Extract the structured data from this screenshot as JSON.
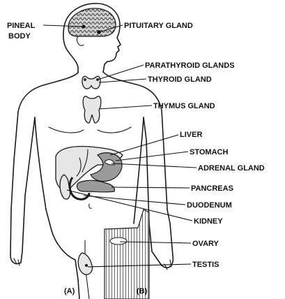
{
  "labels": {
    "pineal_line1": "PINEAL",
    "pineal_line2": "BODY",
    "pituitary": "PITUITARY GLAND",
    "parathyroid": "PARATHYROID GLANDS",
    "thyroid": "THYROID GLAND",
    "thymus": "THYMUS GLAND",
    "liver": "LIVER",
    "stomach": "STOMACH",
    "adrenal": "ADRENAL GLAND",
    "pancreas": "PANCREAS",
    "duodenum": "DUODENUM",
    "kidney": "KIDNEY",
    "ovary": "OVARY",
    "testis": "TESTIS"
  },
  "panel_labels": {
    "a": "(A)",
    "b": "(B)"
  },
  "colors": {
    "ink": "#111111",
    "organ_fill": "#e6e6e6",
    "hatch": "#2a2a2a"
  }
}
